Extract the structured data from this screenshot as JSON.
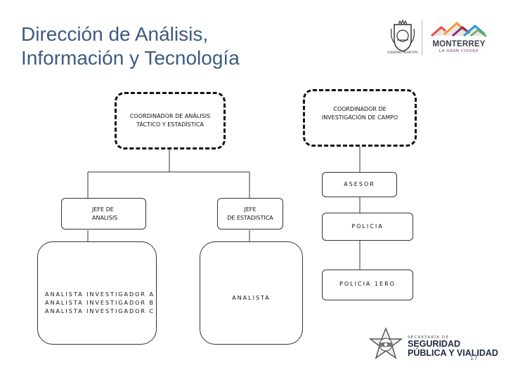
{
  "header": {
    "title_line1": "Dirección de Análisis,",
    "title_line2": "Información y Tecnología"
  },
  "logos": {
    "seal_caption": "GOBIERNO MUNICIPAL",
    "monterrey_name": "MONTERREY",
    "monterrey_tagline": "LA GRAN CIUDAD"
  },
  "org_chart": {
    "coord_analisis": {
      "line1": "COORDINADOR DE ANÁLISIS",
      "line2": "TÁCTICO Y ESTADÍSTICA"
    },
    "coord_investigacion": {
      "line1": "COORDINADOR DE",
      "line2": "INVESTIGACIÓN DE CAMPO"
    },
    "asesor": "ASESOR",
    "jefe_analisis": {
      "line1": "JEFE DE",
      "line2": "ANALISIS"
    },
    "jefe_estadistica": {
      "line1": "JEFE",
      "line2": "DE ESTADISTICA"
    },
    "policia": "POLICIA",
    "policia_1ero": "POLICIA 1ERO",
    "analistas_investigadores": [
      "ANALISTA INVESTIGADOR A",
      "ANALISTA INVESTIGADOR B",
      "ANALISTA INVESTIGADOR C"
    ],
    "analista": "ANALISTA"
  },
  "footer": {
    "secretaria_small": "SECRETARÍA DE",
    "secretaria_line1": "SEGURIDAD",
    "secretaria_line2": "PÚBLICA Y VIALIDAD",
    "page_number": "17"
  },
  "colors": {
    "title": "#3d5a80",
    "page_number": "#4f7fbf"
  }
}
